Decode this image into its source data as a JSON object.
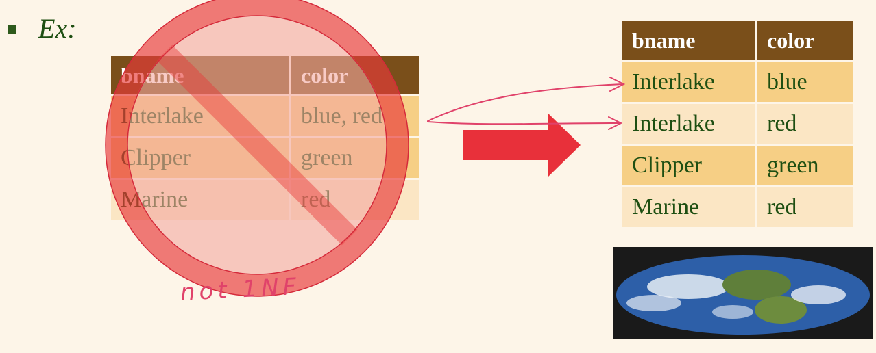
{
  "slide": {
    "bullet_label": "Ex:",
    "annotation": "not 1NF"
  },
  "left_table": {
    "columns": [
      "bname",
      "color"
    ],
    "rows": [
      [
        "Interlake",
        "blue, red"
      ],
      [
        "Clipper",
        "green"
      ],
      [
        "Marine",
        "red"
      ]
    ]
  },
  "right_table": {
    "columns": [
      "bname",
      "color"
    ],
    "rows": [
      [
        "Interlake",
        "blue"
      ],
      [
        "Interlake",
        "red"
      ],
      [
        "Clipper",
        "green"
      ],
      [
        "Marine",
        "red"
      ]
    ]
  },
  "colors": {
    "header_bg": "#7a4f1a",
    "row_dark": "#f6cf85",
    "row_light": "#fbe6c4",
    "prohibition_red": "#e83a3a",
    "arrow_red": "#e8303a",
    "ink_pink": "#e0426a"
  },
  "icons": [
    "prohibition-sign-icon",
    "right-arrow-icon",
    "flat-earth-image"
  ]
}
